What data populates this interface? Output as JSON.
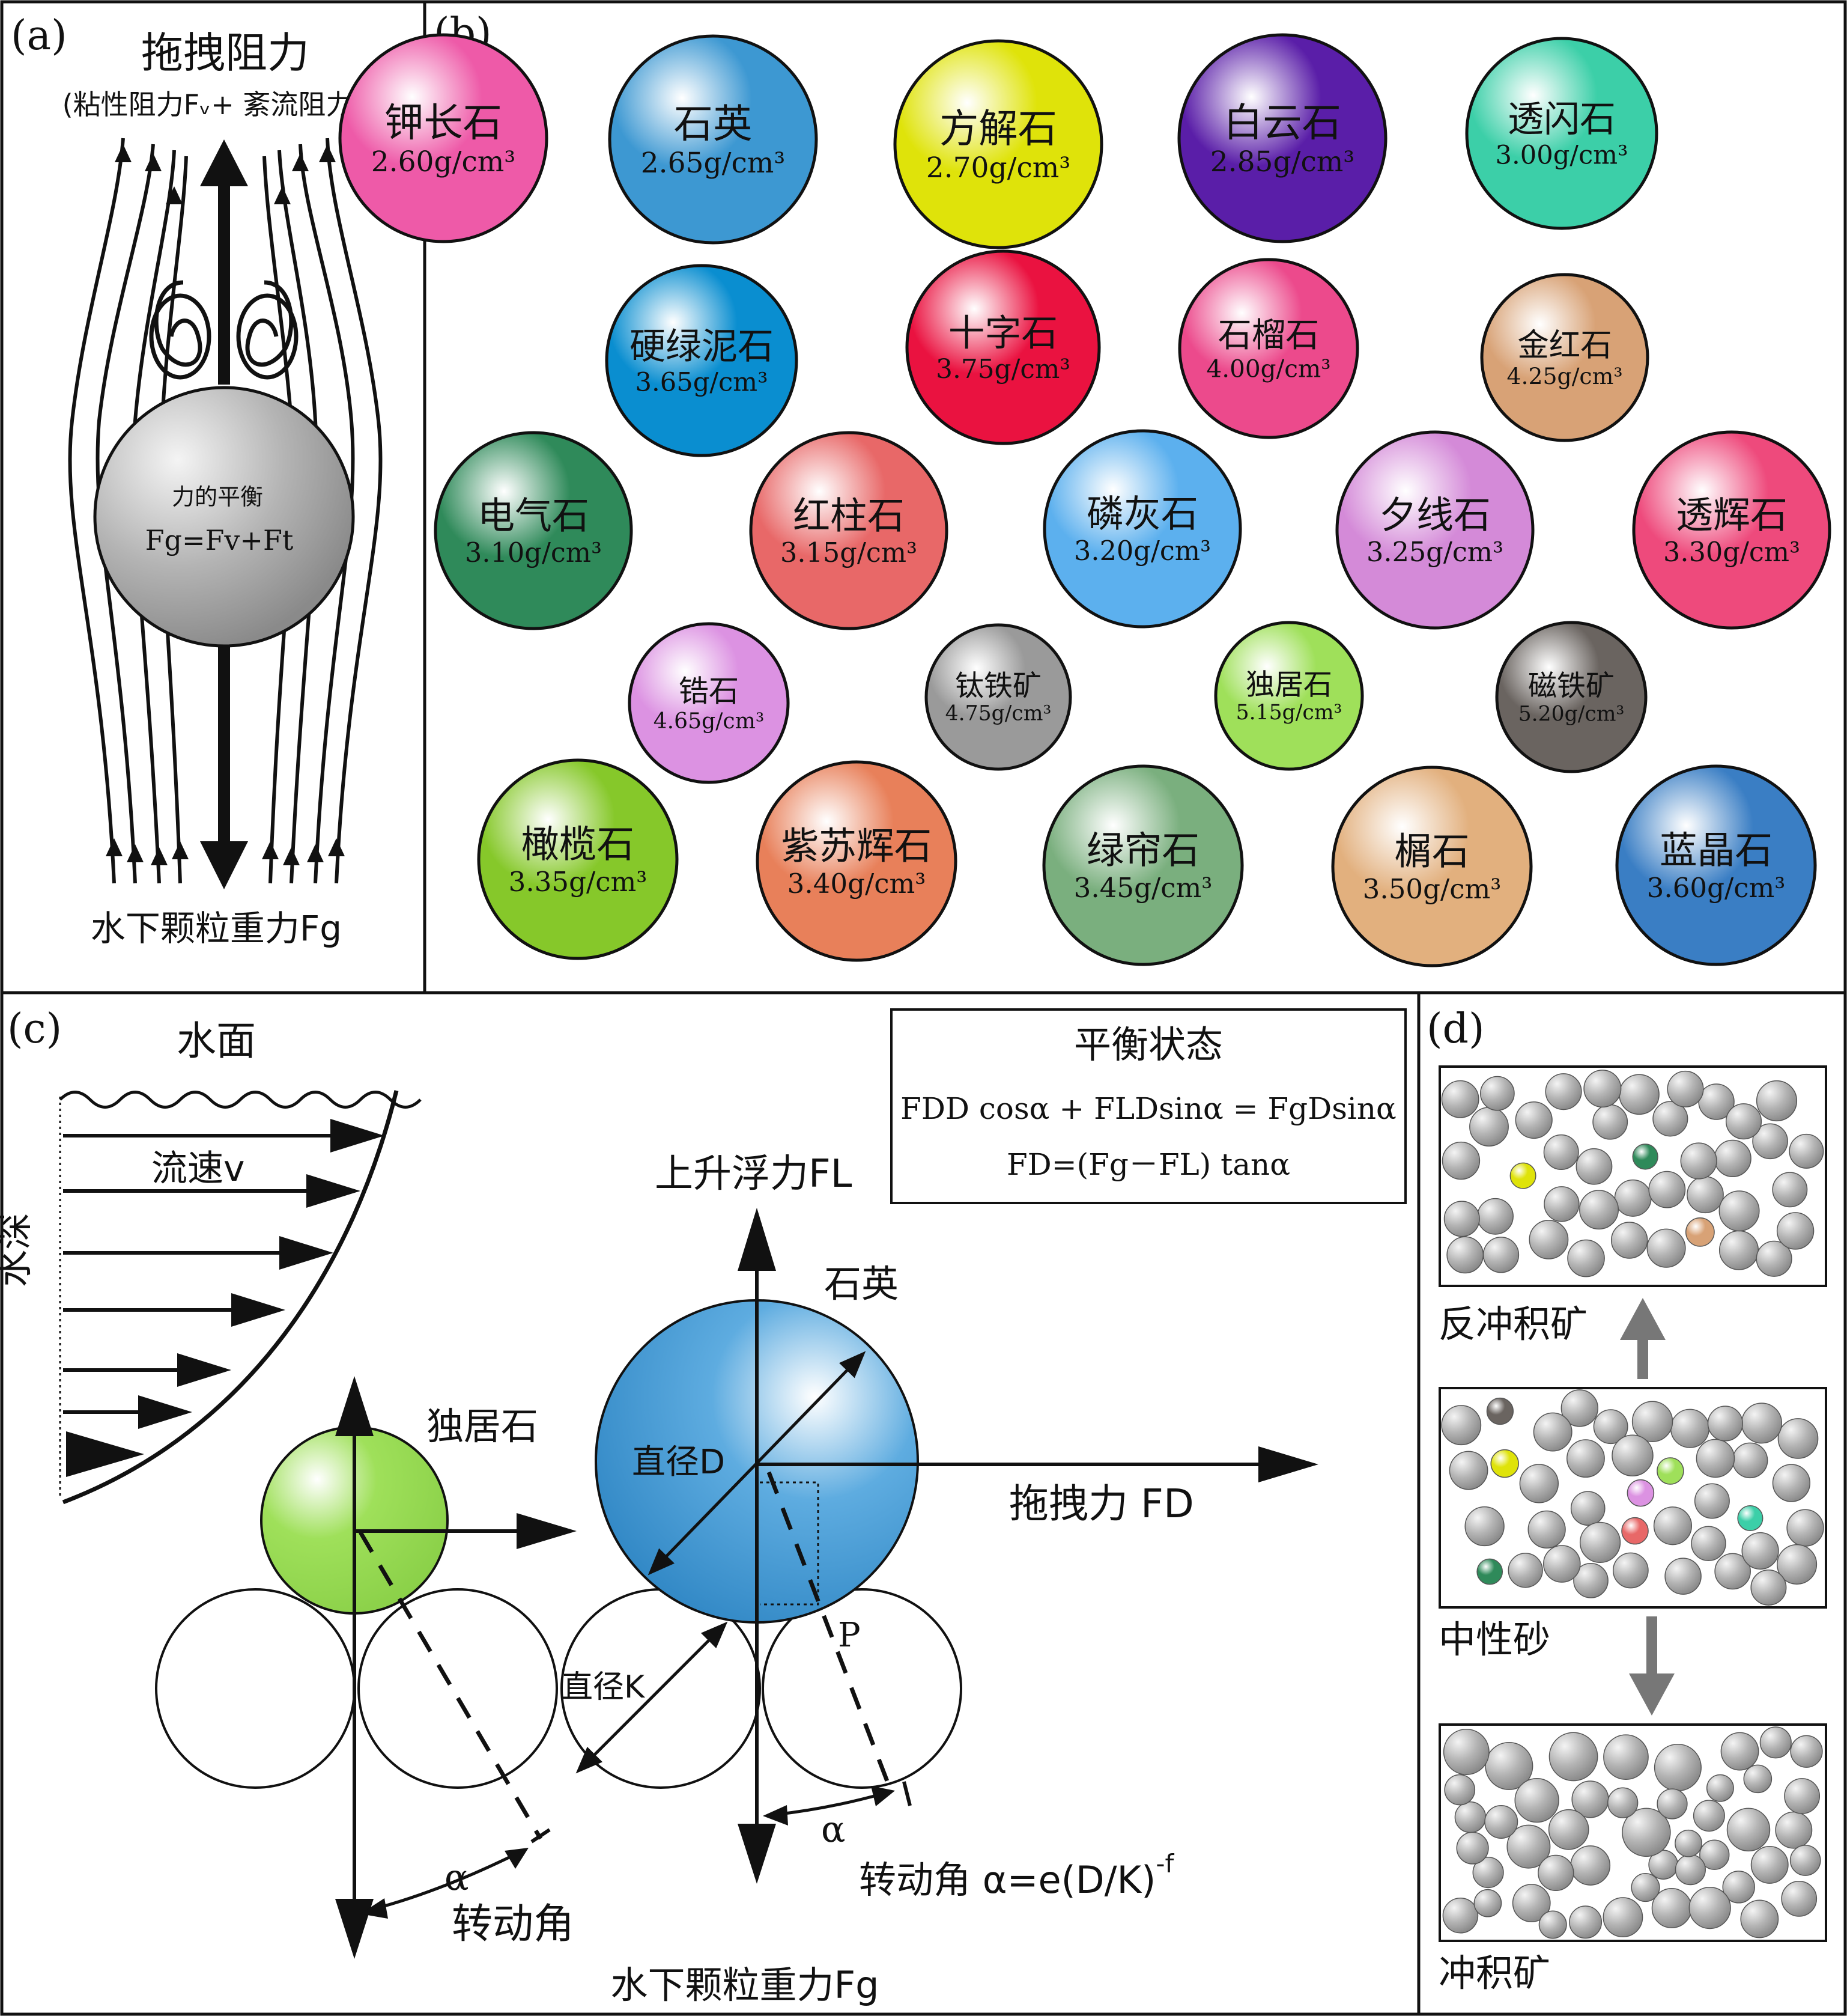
{
  "panels": {
    "a": {
      "label": "(a)",
      "title": "拖拽阻力",
      "subtitle": "(粘性阻力Fᵥ+ 紊流阻力Fₜ)",
      "balance_title": "力的平衡",
      "balance_eq": "Fg=Fv+Ft",
      "bottom_label": "水下颗粒重力Fg"
    },
    "b": {
      "label": "(b)",
      "minerals": [
        {
          "name": "钾长石",
          "density": "2.60g/cm³",
          "color": "#ee5aa8"
        },
        {
          "name": "石英",
          "density": "2.65g/cm³",
          "color": "#3d98d2"
        },
        {
          "name": "方解石",
          "density": "2.70g/cm³",
          "color": "#dfe30a"
        },
        {
          "name": "白云石",
          "density": "2.85g/cm³",
          "color": "#5a1ea8"
        },
        {
          "name": "透闪石",
          "density": "3.00g/cm³",
          "color": "#3ccfa8"
        },
        {
          "name": "硬绿泥石",
          "density": "3.65g/cm³",
          "color": "#0a8ed0"
        },
        {
          "name": "十字石",
          "density": "3.75g/cm³",
          "color": "#ea1240"
        },
        {
          "name": "石榴石",
          "density": "4.00g/cm³",
          "color": "#ec4a8c"
        },
        {
          "name": "金红石",
          "density": "4.25g/cm³",
          "color": "#d8a276"
        },
        {
          "name": "电气石",
          "density": "3.10g/cm³",
          "color": "#2f8a5a"
        },
        {
          "name": "红柱石",
          "density": "3.15g/cm³",
          "color": "#e86868"
        },
        {
          "name": "磷灰石",
          "density": "3.20g/cm³",
          "color": "#5cb0ee"
        },
        {
          "name": "夕线石",
          "density": "3.25g/cm³",
          "color": "#d48ad8"
        },
        {
          "name": "透辉石",
          "density": "3.30g/cm³",
          "color": "#ee4a7c"
        },
        {
          "name": "锆石",
          "density": "4.65g/cm³",
          "color": "#dc92e2"
        },
        {
          "name": "钛铁矿",
          "density": "4.75g/cm³",
          "color": "#9a9a9a"
        },
        {
          "name": "独居石",
          "density": "5.15g/cm³",
          "color": "#9fe05a"
        },
        {
          "name": "磁铁矿",
          "density": "5.20g/cm³",
          "color": "#6a6460"
        },
        {
          "name": "橄榄石",
          "density": "3.35g/cm³",
          "color": "#86c82a"
        },
        {
          "name": "紫苏辉石",
          "density": "3.40g/cm³",
          "color": "#e8805a"
        },
        {
          "name": "绿帘石",
          "density": "3.45g/cm³",
          "color": "#7aaf7e"
        },
        {
          "name": "榍石",
          "density": "3.50g/cm³",
          "color": "#e2b07e"
        },
        {
          "name": "蓝晶石",
          "density": "3.60g/cm³",
          "color": "#3a7ec4"
        }
      ]
    },
    "c": {
      "label": "(c)",
      "water_surface": "水面",
      "flow_velocity": "流速v",
      "water_depth": "水深",
      "balance_box": {
        "title": "平衡状态",
        "eq1": "FDD cosα + FLDsinα = FgDsinα",
        "eq2": "FD=(Fg－FL) tanα"
      },
      "lift": "上升浮力FL",
      "quartz": "石英",
      "monazite": "独居石",
      "diameter_D": "直径D",
      "diameter_K": "直径K",
      "drag": "拖拽力 FD",
      "point_p": "P",
      "alpha": "α",
      "rotation_angle": "转动角",
      "rotation_formula": "转动角 α=e(D/K)-f",
      "gravity": "水下颗粒重力Fg"
    },
    "d": {
      "label": "(d)",
      "top_label": "反冲积矿",
      "mid_label": "中性砂",
      "bottom_label": "冲积矿"
    }
  },
  "colors": {
    "ink": "#111111",
    "gray_sphere": "#b4b4b4",
    "arrow_gray": "#777777",
    "monazite": "#9fe05a",
    "quartz": "#3d98d2"
  }
}
